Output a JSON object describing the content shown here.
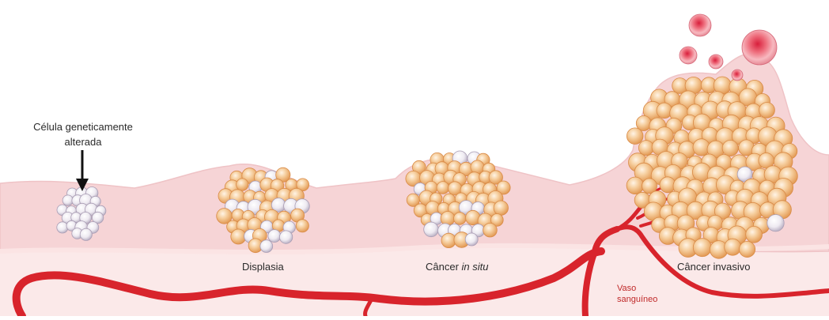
{
  "labels": {
    "altered_cell_line1": "Célula geneticamente",
    "altered_cell_line2": "alterada",
    "dysplasia": "Displasia",
    "in_situ_prefix": "Câncer ",
    "in_situ_italic": "in situ",
    "invasive": "Câncer invasivo",
    "vessel_line1": "Vaso",
    "vessel_line2": "sanguíneo"
  },
  "colors": {
    "tissue_upper": "#f6d4d6",
    "tissue_lower": "#fbe8e8",
    "vessel": "#d8242c",
    "normal_cell": "#efeaf2",
    "tumor_cell": "#f3c79a",
    "tumor_core": "#e79f5c",
    "metastatic_cell": "#e8465a"
  },
  "icons": [
    "arrow-down-icon"
  ]
}
